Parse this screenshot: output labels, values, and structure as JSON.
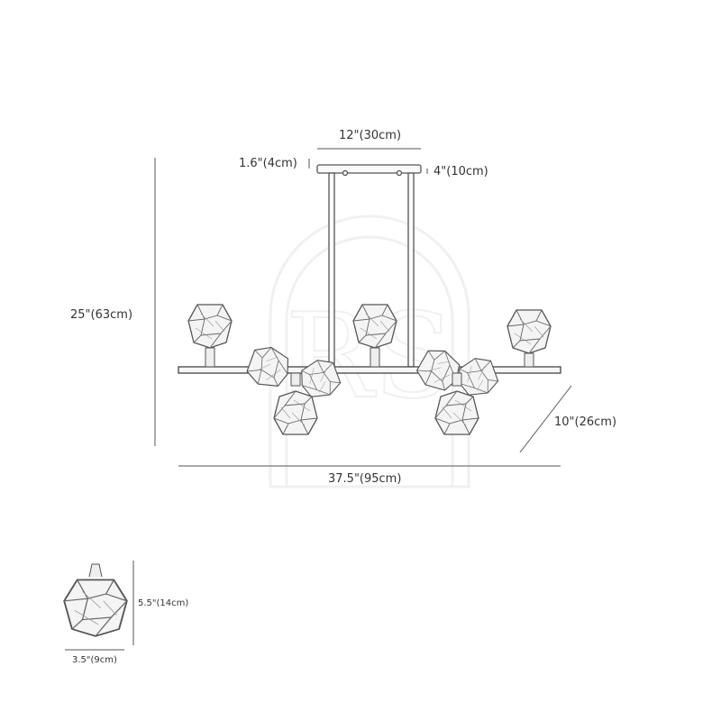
{
  "dimensions": {
    "canopy_width": "12\"(30cm)",
    "canopy_height": "1.6\"(4cm)",
    "canopy_depth": "4\"(10cm)",
    "overall_height": "25\"(63cm)",
    "overall_width": "37.5\"(95cm)",
    "overall_depth": "10\"(26cm)",
    "shade_height": "5.5\"(14cm)",
    "shade_width": "3.5\"(9cm)"
  },
  "watermark": "RS"
}
